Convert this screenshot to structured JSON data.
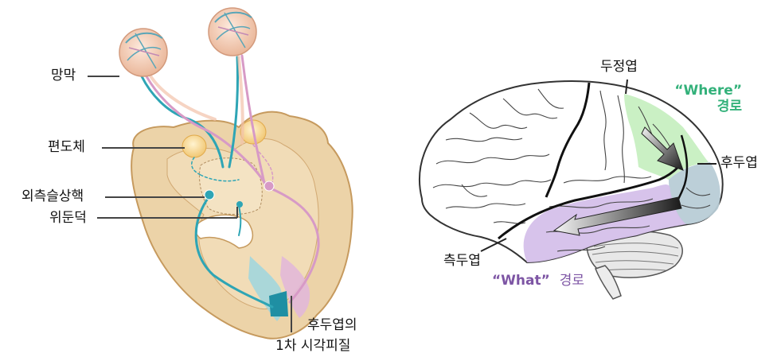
{
  "left_diagram": {
    "labels": {
      "retina": "망막",
      "amygdala": "편도체",
      "lgn": "외측슬상핵",
      "superior_colliculus": "위둔덕",
      "v1_line1": "후두엽의",
      "v1_line2": "1차 시각피질"
    }
  },
  "right_diagram": {
    "labels": {
      "parietal": "두정엽",
      "occipital": "후두엽",
      "temporal": "측두엽",
      "where_line1": "“Where”",
      "where_line2": "경로",
      "what_word": "“What”",
      "what_suffix": "경로"
    }
  },
  "colors": {
    "brain_tan": "#ecd3a8",
    "brain_edge": "#c69a5e",
    "cyan_pathway": "#2ea5b5",
    "pink_pathway": "#d79ac6",
    "where_green": "#33b17a",
    "where_region": "#c7efc1",
    "what_purple": "#7d55a4",
    "what_region": "#d5c0ea",
    "occipital_region": "#b8ccd6"
  }
}
